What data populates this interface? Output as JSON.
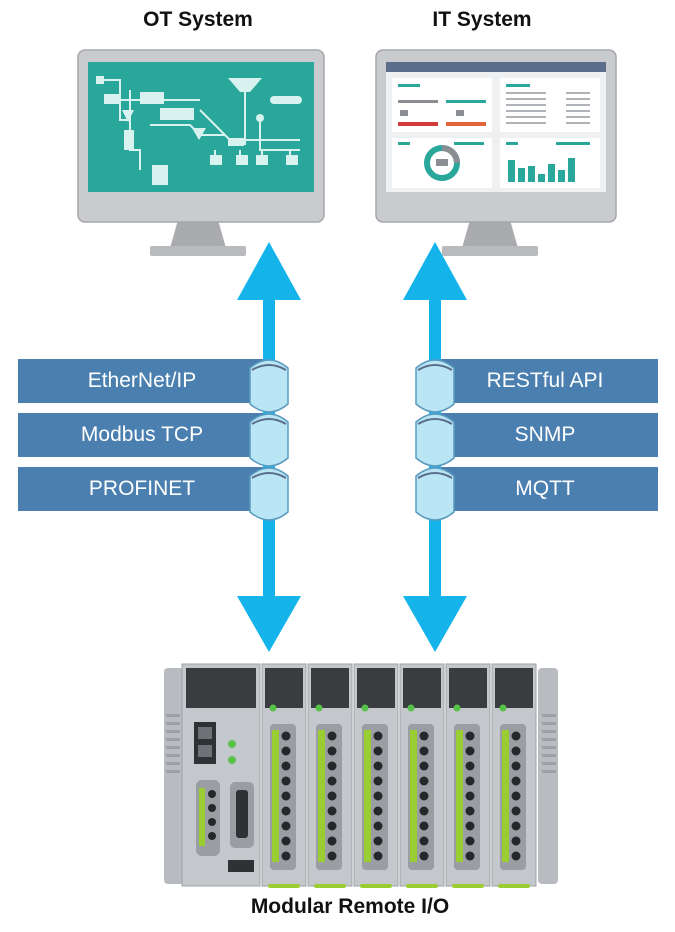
{
  "ot_system": {
    "title": "OT System",
    "protocols": [
      "EtherNet/IP",
      "Modbus TCP",
      "PROFINET"
    ]
  },
  "it_system": {
    "title": "IT System",
    "protocols": [
      "RESTful API",
      "SNMP",
      "MQTT"
    ]
  },
  "device": {
    "title": "Modular Remote I/O"
  },
  "colors": {
    "arrow": "#14b4ea",
    "protocol_band": "#4a7fb0",
    "ot_screen": "#2aa79b",
    "monitor_frame": "#c9cbcf",
    "io_chassis": "#c4c7cb",
    "terminal_green": "#9acd32"
  }
}
